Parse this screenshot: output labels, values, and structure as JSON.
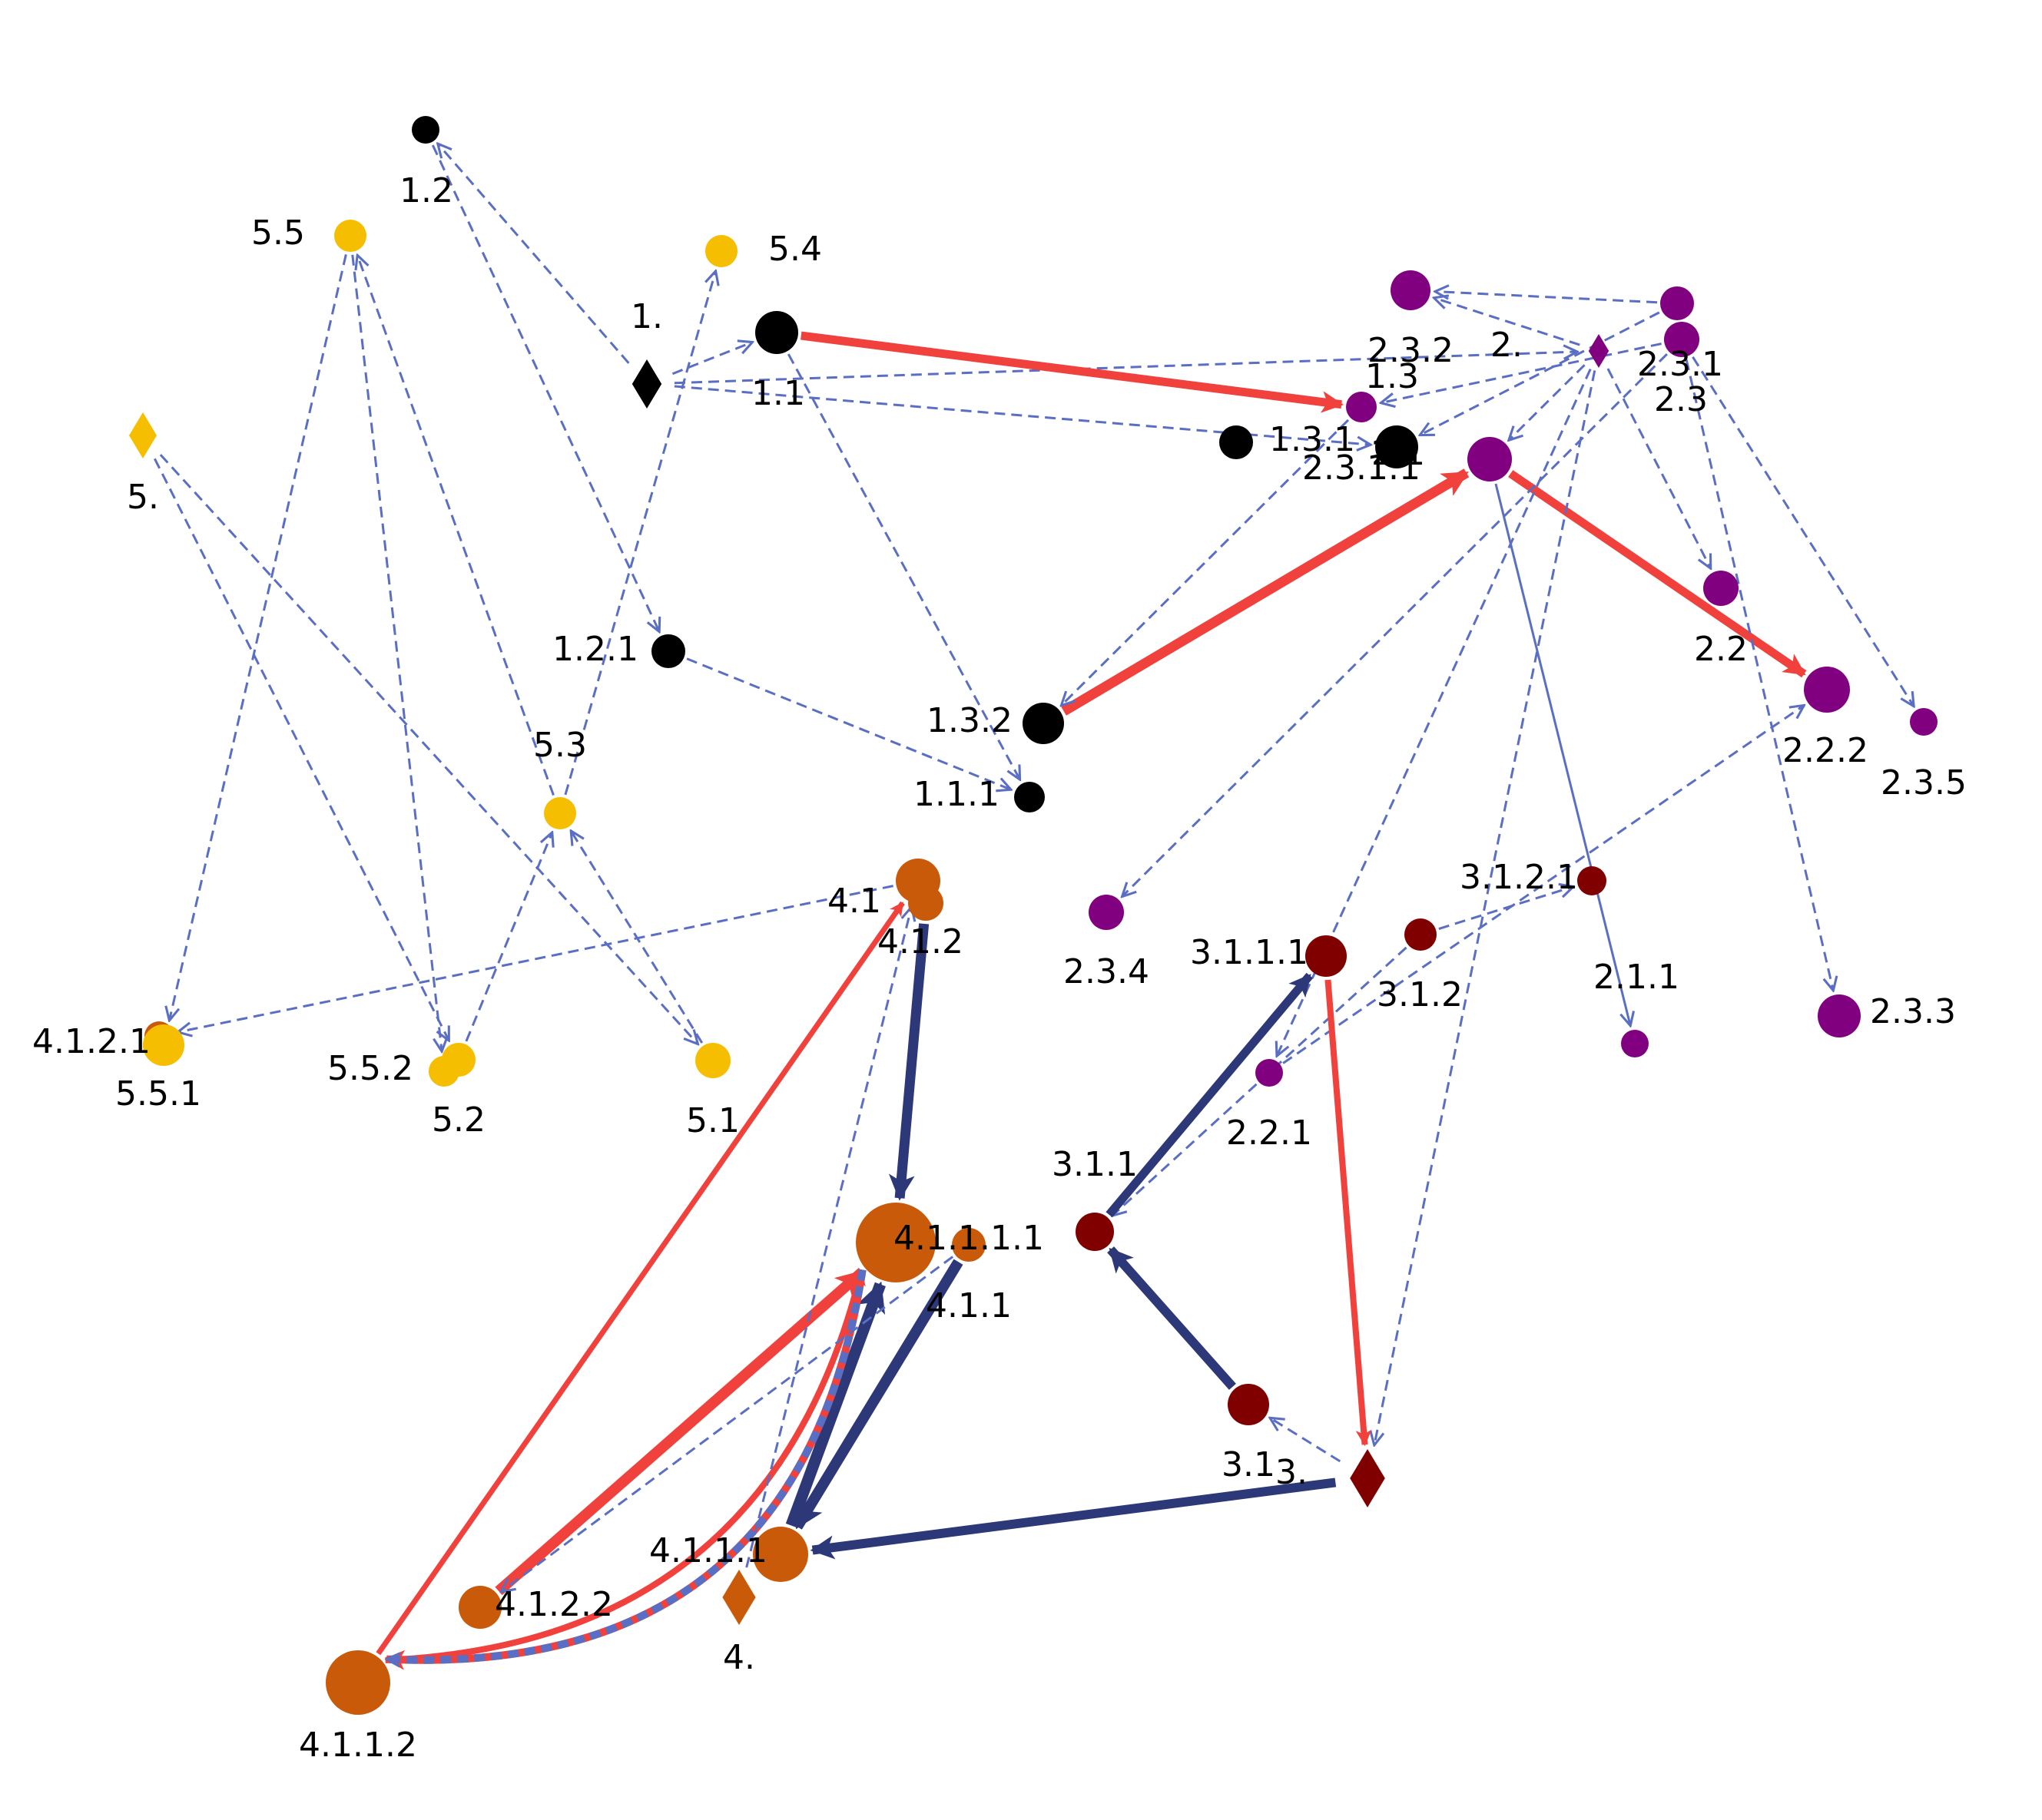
{
  "colors": {
    "group1": "#000000",
    "group2": "#800080",
    "group3": "#800000",
    "group4": "#C85A0A",
    "group5": "#F5BE00",
    "dashed_edge": "#5A6EC3",
    "red_edge": "#F0413C",
    "navy_edge": "#2C3878"
  },
  "nodes": [
    {
      "id": "1.",
      "label": "1.",
      "group": "group1",
      "shape": "diamond"
    },
    {
      "id": "1.1",
      "label": "1.1",
      "group": "group1",
      "shape": "circle"
    },
    {
      "id": "1.1.1",
      "label": "1.1.1",
      "group": "group1",
      "shape": "circle"
    },
    {
      "id": "1.2",
      "label": "1.2",
      "group": "group1",
      "shape": "circle"
    },
    {
      "id": "1.2.1",
      "label": "1.2.1",
      "group": "group1",
      "shape": "circle"
    },
    {
      "id": "1.3",
      "label": "1.3",
      "group": "group1",
      "shape": "circle"
    },
    {
      "id": "1.3.1",
      "label": "1.3.1",
      "group": "group1",
      "shape": "circle"
    },
    {
      "id": "1.3.2",
      "label": "1.3.2",
      "group": "group1",
      "shape": "circle"
    },
    {
      "id": "2.",
      "label": "2.",
      "group": "group2",
      "shape": "diamond"
    },
    {
      "id": "2.1",
      "label": "2.1",
      "group": "group2",
      "shape": "circle"
    },
    {
      "id": "2.1.1",
      "label": "2.1.1",
      "group": "group2",
      "shape": "circle"
    },
    {
      "id": "2.2",
      "label": "2.2",
      "group": "group2",
      "shape": "circle"
    },
    {
      "id": "2.2.1",
      "label": "2.2.1",
      "group": "group2",
      "shape": "circle"
    },
    {
      "id": "2.2.2",
      "label": "2.2.2",
      "group": "group2",
      "shape": "circle"
    },
    {
      "id": "2.3",
      "label": "2.3",
      "group": "group2",
      "shape": "circle"
    },
    {
      "id": "2.3.1",
      "label": "2.3.1",
      "group": "group2",
      "shape": "circle"
    },
    {
      "id": "2.3.1.1",
      "label": "2.3.1.1",
      "group": "group2",
      "shape": "circle"
    },
    {
      "id": "2.3.2",
      "label": "2.3.2",
      "group": "group2",
      "shape": "circle"
    },
    {
      "id": "2.3.3",
      "label": "2.3.3",
      "group": "group2",
      "shape": "circle"
    },
    {
      "id": "2.3.4",
      "label": "2.3.4",
      "group": "group2",
      "shape": "circle"
    },
    {
      "id": "2.3.5",
      "label": "2.3.5",
      "group": "group2",
      "shape": "circle"
    },
    {
      "id": "3.",
      "label": "3.",
      "group": "group3",
      "shape": "diamond"
    },
    {
      "id": "3.1",
      "label": "3.1",
      "group": "group3",
      "shape": "circle"
    },
    {
      "id": "3.1.1",
      "label": "3.1.1",
      "group": "group3",
      "shape": "circle"
    },
    {
      "id": "3.1.1.1",
      "label": "3.1.1.1",
      "group": "group3",
      "shape": "circle"
    },
    {
      "id": "3.1.2",
      "label": "3.1.2",
      "group": "group3",
      "shape": "circle"
    },
    {
      "id": "3.1.2.1",
      "label": "3.1.2.1",
      "group": "group3",
      "shape": "circle"
    },
    {
      "id": "4.",
      "label": "4.",
      "group": "group4",
      "shape": "diamond"
    },
    {
      "id": "4.1",
      "label": "4.1",
      "group": "group4",
      "shape": "circle"
    },
    {
      "id": "4.1.1",
      "label": "4.1.1",
      "group": "group4",
      "shape": "circle"
    },
    {
      "id": "4.1.1.1",
      "label": "4.1.1.1",
      "group": "group4",
      "shape": "circle"
    },
    {
      "id": "4.1.1.1.1",
      "label": "4.1.1.1.1",
      "group": "group4",
      "shape": "circle"
    },
    {
      "id": "4.1.1.2",
      "label": "4.1.1.2",
      "group": "group4",
      "shape": "circle"
    },
    {
      "id": "4.1.2",
      "label": "4.1.2",
      "group": "group4",
      "shape": "circle"
    },
    {
      "id": "4.1.2.1",
      "label": "4.1.2.1",
      "group": "group4",
      "shape": "circle"
    },
    {
      "id": "4.1.2.2",
      "label": "4.1.2.2",
      "group": "group4",
      "shape": "circle"
    },
    {
      "id": "5.",
      "label": "5.",
      "group": "group5",
      "shape": "diamond"
    },
    {
      "id": "5.1",
      "label": "5.1",
      "group": "group5",
      "shape": "circle"
    },
    {
      "id": "5.2",
      "label": "5.2",
      "group": "group5",
      "shape": "circle"
    },
    {
      "id": "5.3",
      "label": "5.3",
      "group": "group5",
      "shape": "circle"
    },
    {
      "id": "5.4",
      "label": "5.4",
      "group": "group5",
      "shape": "circle"
    },
    {
      "id": "5.5",
      "label": "5.5",
      "group": "group5",
      "shape": "circle"
    },
    {
      "id": "5.5.1",
      "label": "5.5.1",
      "group": "group5",
      "shape": "circle"
    },
    {
      "id": "5.5.2",
      "label": "5.5.2",
      "group": "group5",
      "shape": "circle"
    }
  ],
  "edges": [
    {
      "from": "1.",
      "to": "1.1",
      "style": "dashed"
    },
    {
      "from": "1.",
      "to": "1.2",
      "style": "dashed"
    },
    {
      "from": "1.",
      "to": "1.3",
      "style": "dashed"
    },
    {
      "from": "1.",
      "to": "2.",
      "style": "dashed"
    },
    {
      "from": "1.2",
      "to": "1.2.1",
      "style": "dashed"
    },
    {
      "from": "1.2.1",
      "to": "1.1.1",
      "style": "dashed"
    },
    {
      "from": "1.1",
      "to": "1.1.1",
      "style": "dashed"
    },
    {
      "from": "1.1",
      "to": "2.3.1.1",
      "style": "red"
    },
    {
      "from": "1.3.2",
      "to": "2.1",
      "style": "red"
    },
    {
      "from": "2.1",
      "to": "2.2.2",
      "style": "red"
    },
    {
      "from": "2.",
      "to": "2.3.2",
      "style": "dashed"
    },
    {
      "from": "2.",
      "to": "2.1",
      "style": "dashed"
    },
    {
      "from": "2.",
      "to": "2.2",
      "style": "dashed"
    },
    {
      "from": "2.",
      "to": "3.",
      "style": "dashed"
    },
    {
      "from": "2.",
      "to": "2.2.1",
      "style": "dashed"
    },
    {
      "from": "2.3.1",
      "to": "2.3.2",
      "style": "dashed"
    },
    {
      "from": "2.3",
      "to": "2.3.5",
      "style": "dashed"
    },
    {
      "from": "2.3",
      "to": "2.3.3",
      "style": "dashed"
    },
    {
      "from": "2.3",
      "to": "2.3.1.1",
      "style": "dashed"
    },
    {
      "from": "2.3",
      "to": "2.3.4",
      "style": "dashed"
    },
    {
      "from": "2.3.1",
      "to": "1.3",
      "style": "dashed"
    },
    {
      "from": "2.3.1.1",
      "to": "1.3.2",
      "style": "dashed"
    },
    {
      "from": "2.1",
      "to": "2.1.1",
      "style": "solid"
    },
    {
      "from": "3.1.2",
      "to": "3.1.2.1",
      "style": "dashed"
    },
    {
      "from": "2.2.1",
      "to": "2.2.2",
      "style": "dashed"
    },
    {
      "from": "3.1.2",
      "to": "3.1.1",
      "style": "dashed"
    },
    {
      "from": "3.1.1",
      "to": "3.1.1.1",
      "style": "navy"
    },
    {
      "from": "3.1.1.1",
      "to": "3.",
      "style": "red"
    },
    {
      "from": "3.1",
      "to": "3.1.1",
      "style": "navy"
    },
    {
      "from": "3.",
      "to": "3.1",
      "style": "dashed"
    },
    {
      "from": "3.",
      "to": "4.1.1.1",
      "style": "navy"
    },
    {
      "from": "4.1.2",
      "to": "4.1.1.1.1",
      "style": "navy"
    },
    {
      "from": "4.1.1",
      "to": "4.1.1.1",
      "style": "navy"
    },
    {
      "from": "4.1.1.1",
      "to": "4.1.1.1.1",
      "style": "navy"
    },
    {
      "from": "4.1.1.1.1",
      "to": "4.1.1.2",
      "style": "red"
    },
    {
      "from": "4.1.2.2",
      "to": "4.1.1.1.1",
      "style": "red"
    },
    {
      "from": "4.1.1.2",
      "to": "4.1",
      "style": "red"
    },
    {
      "from": "4.1.1.2",
      "to": "4.1.1.1.1",
      "style": "red"
    },
    {
      "from": "4.",
      "to": "4.1",
      "style": "dashed"
    },
    {
      "from": "4.1.1",
      "to": "4.1.2.2",
      "style": "dashed"
    },
    {
      "from": "4.1",
      "to": "4.1.2.1",
      "style": "dashed"
    },
    {
      "from": "4.1.1.1.1",
      "to": "4.1.1.2",
      "style": "dashed"
    },
    {
      "from": "5.5",
      "to": "5.5.1",
      "style": "dashed"
    },
    {
      "from": "5.5",
      "to": "5.5.2",
      "style": "dashed"
    },
    {
      "from": "5.3",
      "to": "5.5",
      "style": "dashed"
    },
    {
      "from": "5.",
      "to": "5.1",
      "style": "dashed"
    },
    {
      "from": "5.",
      "to": "5.2",
      "style": "dashed"
    },
    {
      "from": "5.2",
      "to": "5.3",
      "style": "dashed"
    },
    {
      "from": "5.1",
      "to": "5.3",
      "style": "dashed"
    },
    {
      "from": "5.3",
      "to": "5.4",
      "style": "dashed"
    }
  ]
}
